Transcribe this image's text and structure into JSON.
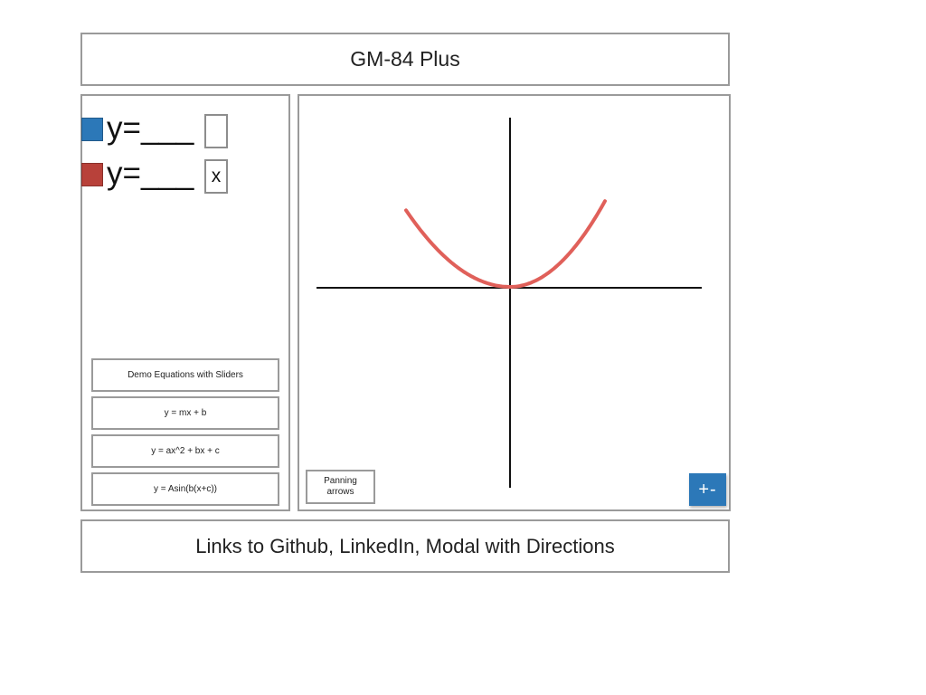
{
  "header": {
    "title": "GM-84 Plus"
  },
  "equations": [
    {
      "label": "y=___",
      "color": "#2c78b8",
      "box_text": ""
    },
    {
      "label": "y=___",
      "color": "#b8413a",
      "box_text": "x"
    }
  ],
  "demo": {
    "title": "Demo Equations with Sliders",
    "items": [
      "y = mx + b",
      "y = ax^2 + bx + c",
      "y = Asin(b(x+c))"
    ]
  },
  "graph": {
    "curve_color": "#e0605a",
    "axis_color": "#111111",
    "panning_label": "Panning arrows",
    "zoom_label": "+-",
    "zoom_color": "#2c78b8"
  },
  "footer": {
    "text": "Links to Github, LinkedIn, Modal with Directions"
  }
}
